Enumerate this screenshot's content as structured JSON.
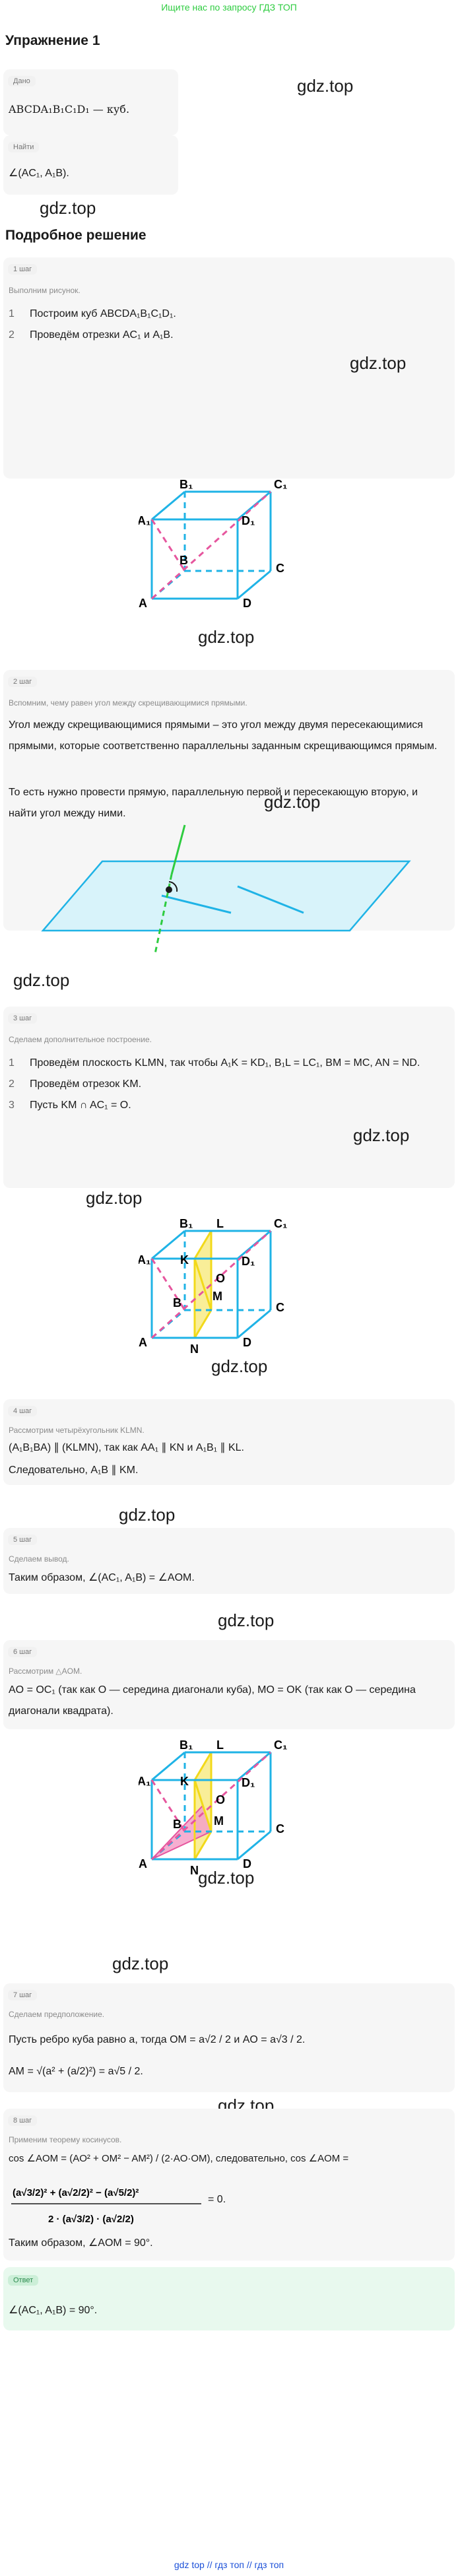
{
  "topbar": "Ищите нас по запросу ГДЗ ТОП",
  "watermark": "gdz.top",
  "title": "Упражнение 1",
  "given_label": "Дано",
  "given_text": "ABCDA₁B₁C₁D₁ — куб.",
  "find_label": "Найти",
  "find_text": "∠(AC₁, A₁B).",
  "solution_title": "Подробное решение",
  "step1": {
    "tag": "1 шаг",
    "intro": "Выполним рисунок.",
    "items": [
      "Построим куб ABCDA₁B₁C₁D₁.",
      "Проведём отрезки AC₁ и A₁B."
    ]
  },
  "step2": {
    "tag": "2 шаг",
    "intro": "Вспомним, чему равен угол между скрещивающимися прямыми.",
    "p1": "Угол между скрещивающимися прямыми – это угол между двумя пересекающимися прямыми, которые соответственно параллельны заданным скрещивающимся прямым.",
    "p2": "То есть нужно провести прямую, параллельную первой и пересекающую вторую, и найти угол между ними."
  },
  "step3": {
    "tag": "3 шаг",
    "intro": "Сделаем дополнительное построение.",
    "items": [
      "Проведём плоскость KLMN, так чтобы A₁K = KD₁, B₁L = LC₁, BM = MC, AN = ND.",
      "Проведём отрезок KM.",
      "Пусть KM ∩ AC₁ = O."
    ]
  },
  "step4": {
    "tag": "4 шаг",
    "intro": "Рассмотрим четырёхугольник KLMN.",
    "line1": "(A₁B₁BA) ∥ (KLMN), так как AA₁ ∥ KN и A₁B₁ ∥ KL.",
    "line2": "Следовательно, A₁B ∥ KM."
  },
  "step5": {
    "tag": "5 шаг",
    "intro": "Сделаем вывод.",
    "line1": "Таким образом, ∠(AC₁, A₁B) = ∠AOM."
  },
  "step6": {
    "tag": "6 шаг",
    "intro": "Рассмотрим △AOM.",
    "p1": "AO = OC₁ (так как O — середина диагонали куба), MO = OK (так как O — середина диагонали квадрата)."
  },
  "step7": {
    "tag": "7 шаг",
    "intro": "Сделаем предположение.",
    "line1": "Пусть ребро куба равно a, тогда OM = a√2 / 2 и AO = a√3 / 2.",
    "line2": "AM = √(a² + (a/2)²) = a√5 / 2."
  },
  "step8": {
    "tag": "8 шаг",
    "intro": "Применим теорему косинусов.",
    "line1": "cos ∠AOM = (AO² + OM² − AM²) / (2·AO·OM), следовательно, cos ∠AOM =",
    "line2": "= 0.",
    "line3": "Таким образом, ∠AOM = 90°."
  },
  "answer": {
    "tag": "Ответ",
    "text": "∠(AC₁, A₁B) = 90°."
  },
  "footer": "gdz top // гдз топ // гдз топ",
  "labels": {
    "A": "A",
    "B": "B",
    "C": "C",
    "D": "D",
    "A1": "A₁",
    "B1": "B₁",
    "C1": "C₁",
    "D1": "D₁",
    "K": "K",
    "L": "L",
    "M": "M",
    "N": "N",
    "O": "O"
  },
  "colors": {
    "cube": "#1fb3e6",
    "diag": "#e6569e",
    "plane": "#f2d91a",
    "triangle": "#f4a0c8",
    "answer_bg": "#e8f9ee"
  }
}
